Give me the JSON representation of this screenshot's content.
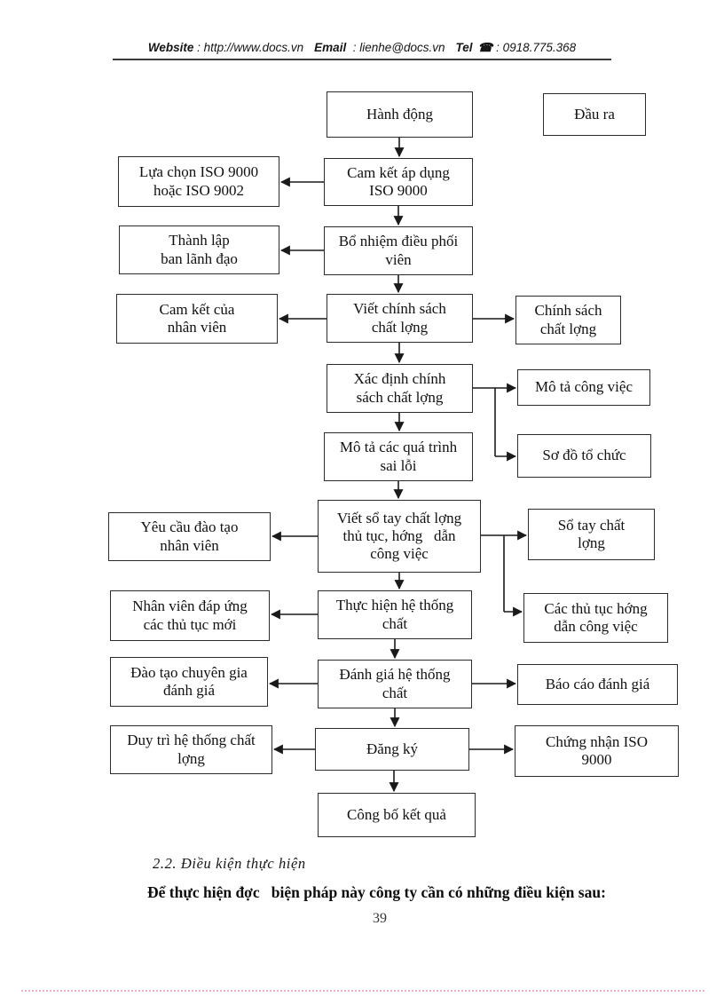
{
  "header": {
    "website_label": "Website",
    "website_value": " : http://www.docs.vn",
    "email_label": "Email",
    "email_value": "  : lienhe@docs.vn",
    "tel_label": "Tel",
    "phone_icon": "☎",
    "tel_value": " : 0918.775.368"
  },
  "colors": {
    "line": "#1a1a1a",
    "box_border": "#2b2b2b",
    "footer_dotted": "#e5b3c8"
  },
  "flowchart": {
    "hanh_dong": "Hành động",
    "dau_ra": "Đầu ra",
    "lua_chon": "Lựa chọn ISO 9000\nhoặc ISO 9002",
    "cam_ket_ap_dung": "Cam kết áp dụng\nISO 9000",
    "thanh_lap": "Thành lập\nban lãnh đạo",
    "bo_nhiem": "Bổ nhiệm điều phối\nviên",
    "cam_ket_nhan_vien": "Cam kết của\nnhân viên",
    "viet_chinh_sach": "Viết chính sách\nchất lợng",
    "chinh_sach": "Chính sách\nchất lợng",
    "xac_dinh_chinh_sach": "Xác định chính\nsách chất lợng",
    "mo_ta_cong_viec": "Mô tả công việc",
    "mo_ta_qua_trinh": "Mô tả các quá trình\nsai lỗi",
    "so_do_to_chuc": "Sơ đồ tổ chức",
    "yeu_cau_dao_tao": "Yêu cầu đào tạo\nnhân viên",
    "viet_so_tay": "Viết sổ tay chất lợng\nthủ tục, hớng   dẫn\ncông việc",
    "so_tay": "Sổ tay chất\nlợng",
    "nhan_vien_dap_ung": "Nhân viên đáp ứng\ncác thủ tục mới",
    "thuc_hien": "Thực hiện hệ thống\nchất",
    "cac_thu_tuc": "Các thủ tục hớng\ndẫn công việc",
    "dao_tao_chuyen_gia": "Đào tạo chuyên gia\nđánh giá",
    "danh_gia": "Đánh giá hệ thống\nchất",
    "bao_cao": "Báo cáo đánh giá",
    "duy_tri": "Duy trì hệ thống chất\nlợng",
    "dang_ky": "Đăng ký",
    "chung_nhan": "Chứng nhận ISO\n9000",
    "cong_bo": "Công bố kết quả"
  },
  "footer": {
    "section_heading": "2.2. Điều kiện thực hiện",
    "paragraph": "Để thực hiện đợc   biện pháp này công ty cần có những điều kiện sau:",
    "page_number": "39"
  }
}
